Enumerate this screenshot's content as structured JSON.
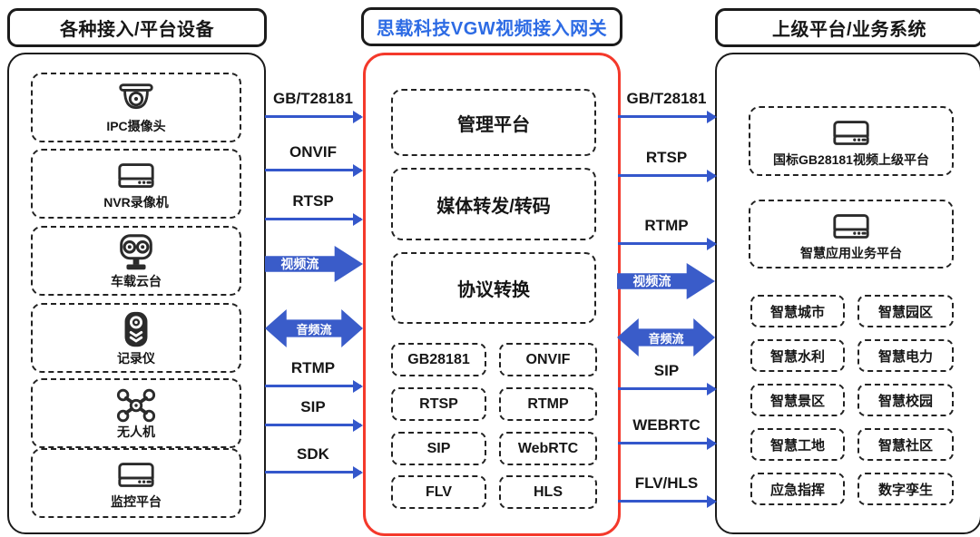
{
  "colors": {
    "arrow_blue": "#3457CB",
    "block_arrow_blue": "#3A5CC9",
    "gateway_title_blue": "#2D6BE4",
    "gateway_border_red": "#F4392B",
    "line_black": "#1b1b1b"
  },
  "left": {
    "title": "各种接入/平台设备",
    "devices": [
      {
        "label": "IPC摄像头",
        "icon": "dome-camera-icon"
      },
      {
        "label": "NVR录像机",
        "icon": "nvr-box-icon"
      },
      {
        "label": "车载云台",
        "icon": "dual-lens-ptz-icon"
      },
      {
        "label": "记录仪",
        "icon": "body-camera-icon"
      },
      {
        "label": "无人机",
        "icon": "drone-icon"
      },
      {
        "label": "监控平台",
        "icon": "nvr-box-icon"
      }
    ]
  },
  "gateway": {
    "title": "思载科技VGW视频接入网关",
    "modules": [
      "管理平台",
      "媒体转发/转码",
      "协议转换"
    ],
    "protocols": [
      "GB28181",
      "ONVIF",
      "RTSP",
      "RTMP",
      "SIP",
      "WebRTC",
      "FLV",
      "HLS"
    ]
  },
  "right": {
    "title": "上级平台/业务系统",
    "platforms": [
      {
        "label": "国标GB28181视频上级平台",
        "icon": "nvr-box-icon"
      },
      {
        "label": "智慧应用业务平台",
        "icon": "nvr-box-icon"
      }
    ],
    "applications": [
      "智慧城市",
      "智慧园区",
      "智慧水利",
      "智慧电力",
      "智慧景区",
      "智慧校园",
      "智慧工地",
      "智慧社区",
      "应急指挥",
      "数字孪生"
    ]
  },
  "links": {
    "left": [
      {
        "label": "GB/T28181",
        "type": "thin-right"
      },
      {
        "label": "ONVIF",
        "type": "thin-right"
      },
      {
        "label": "RTSP",
        "type": "thin-right"
      },
      {
        "label": "视频流",
        "type": "block-right"
      },
      {
        "label": "音频流",
        "type": "block-double"
      },
      {
        "label": "RTMP",
        "type": "thin-right"
      },
      {
        "label": "SIP",
        "type": "thin-right"
      },
      {
        "label": "SDK",
        "type": "thin-right"
      }
    ],
    "right": [
      {
        "label": "GB/T28181",
        "type": "thin-right"
      },
      {
        "label": "RTSP",
        "type": "thin-right"
      },
      {
        "label": "RTMP",
        "type": "thin-right"
      },
      {
        "label": "视频流",
        "type": "block-right"
      },
      {
        "label": "音频流",
        "type": "block-double"
      },
      {
        "label": "SIP",
        "type": "thin-right"
      },
      {
        "label": "WEBRTC",
        "type": "thin-right"
      },
      {
        "label": "FLV/HLS",
        "type": "thin-right"
      }
    ]
  }
}
